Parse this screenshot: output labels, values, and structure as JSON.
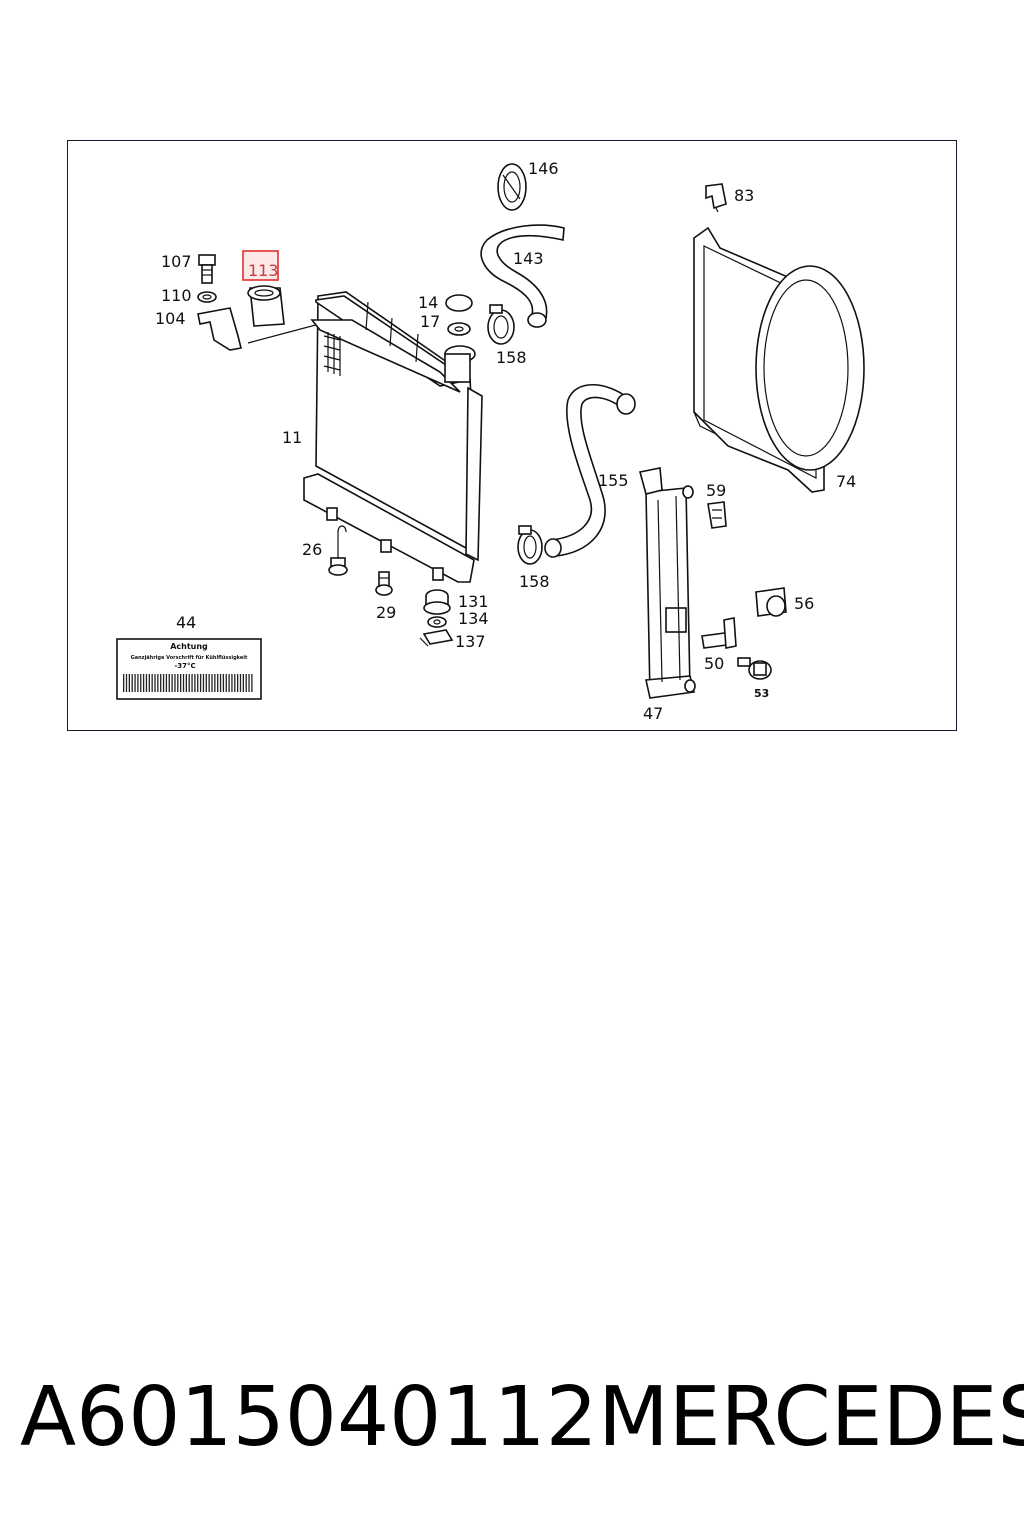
{
  "diagram": {
    "part_labels": {
      "p146": "146",
      "p83": "83",
      "p107": "107",
      "p113": "113",
      "p143": "143",
      "p110": "110",
      "p14": "14",
      "p104": "104",
      "p17": "17",
      "p158a": "158",
      "p11": "11",
      "p155": "155",
      "p74": "74",
      "p59": "59",
      "p26": "26",
      "p158b": "158",
      "p131": "131",
      "p29": "29",
      "p134": "134",
      "p56": "56",
      "p44": "44",
      "p137": "137",
      "p50": "50",
      "p53": "53",
      "p47": "47"
    },
    "label_44": {
      "line1": "Achtung",
      "line2": "Ganzjährige Vorschrift für Kühlflüssigkeit",
      "line3": "-37°C"
    },
    "highlight_color": "#e03030"
  },
  "footer": {
    "part_number": "A6015040112",
    "brand": "MERCEDES"
  }
}
